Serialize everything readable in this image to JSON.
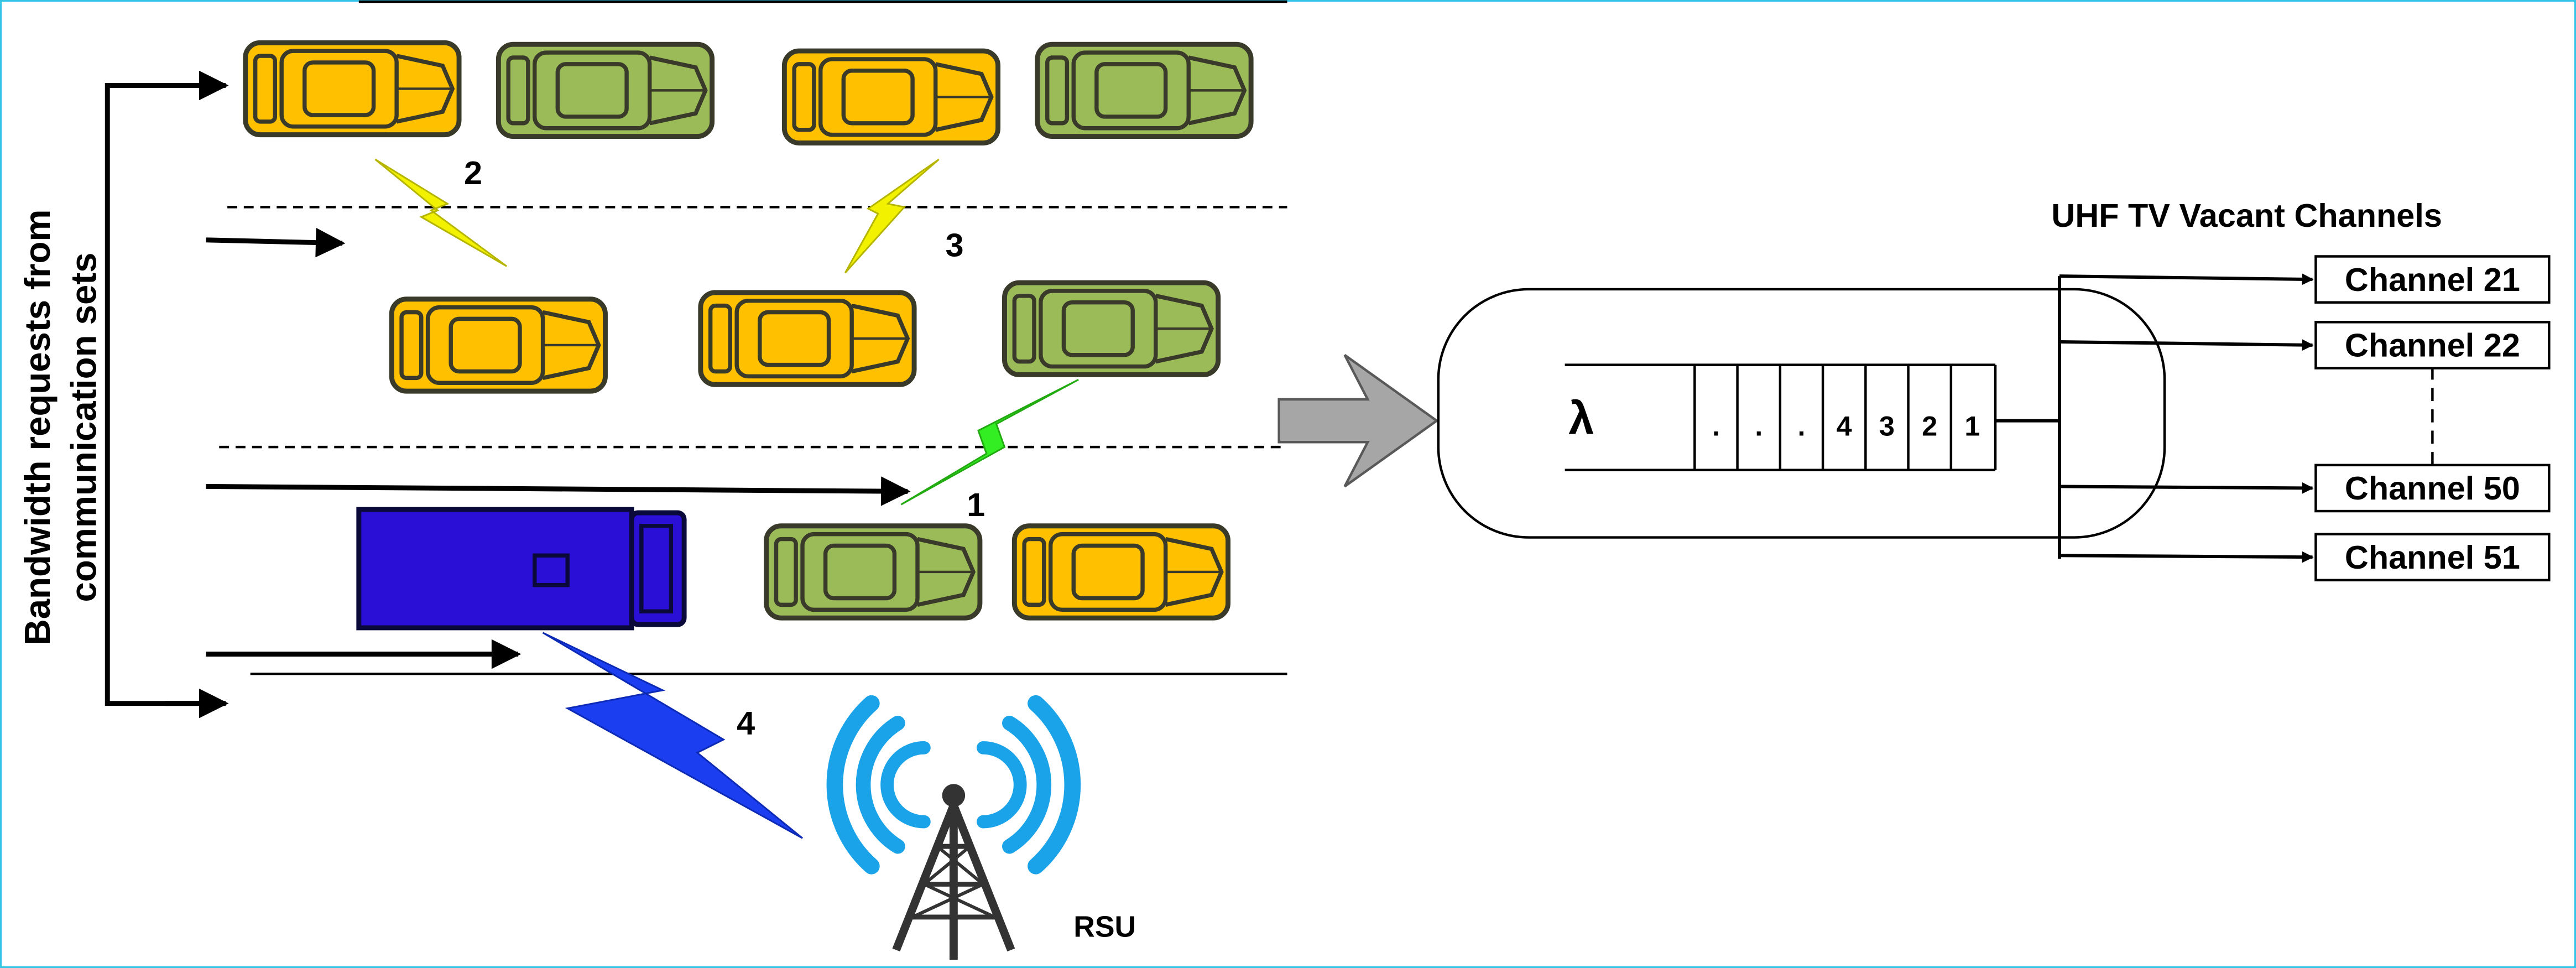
{
  "side_label": {
    "line1": "Bandwidth requests from",
    "line2": "communication sets"
  },
  "link_numbers": [
    "1",
    "2",
    "3",
    "4"
  ],
  "rsu_label": "RSU",
  "queue": {
    "symbol": "λ",
    "slots": [
      ".",
      ".",
      ".",
      "4",
      "3",
      "2",
      "1"
    ]
  },
  "channels": {
    "title": "UHF TV Vacant Channels",
    "items": [
      "Channel 21",
      "Channel 22",
      "Channel 50",
      "Channel 51"
    ]
  },
  "colors": {
    "car_yellow": "#ffc000",
    "car_green": "#9bbb59",
    "truck_blue": "#2a10d6",
    "rsu_wave": "#1aa3e8",
    "link_yellow": "#f2f200",
    "link_green": "#33ee22",
    "link_blue": "#1a3ef0",
    "border": "#33c4e6"
  }
}
